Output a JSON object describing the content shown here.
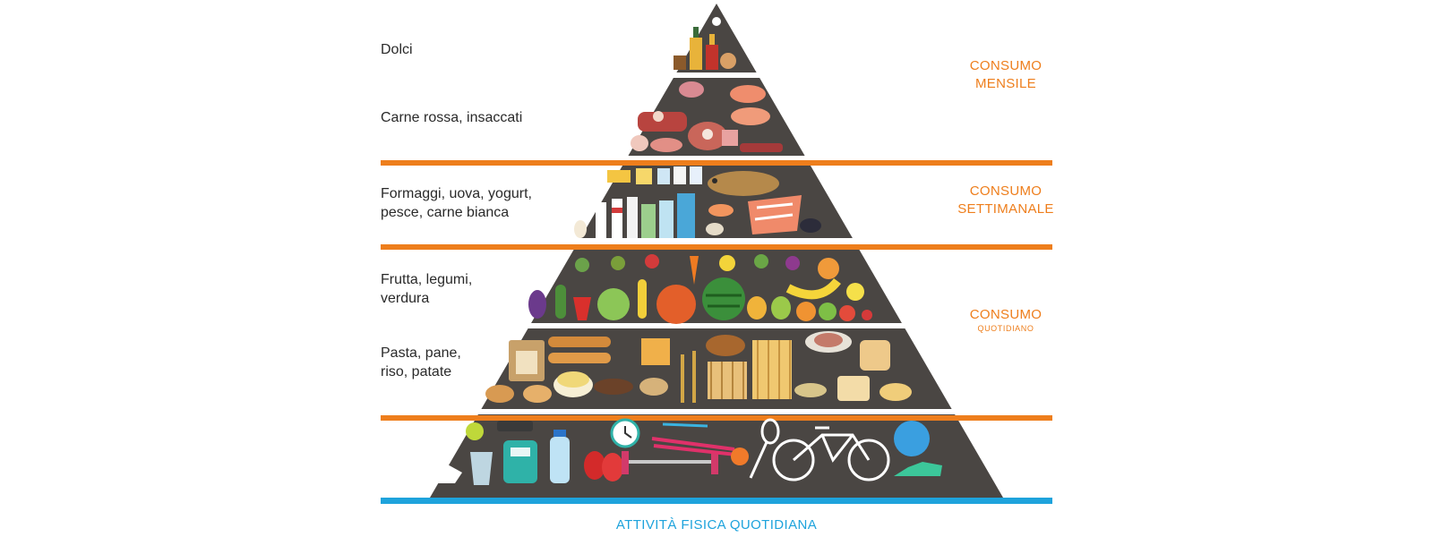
{
  "tiers": [
    {
      "label": "Dolci"
    },
    {
      "label": "Carne rossa, insaccati"
    },
    {
      "label": "Formaggi, uova, yogurt,\npesce, carne bianca"
    },
    {
      "label": "Frutta, legumi,\nverdura"
    },
    {
      "label": "Pasta, pane,\nriso, patate"
    }
  ],
  "consumption": {
    "monthly": {
      "line1": "CONSUMO",
      "line2": "MENSILE"
    },
    "weekly": {
      "line1": "CONSUMO",
      "line2": "SETTIMANALE"
    },
    "daily": {
      "line1": "CONSUMO",
      "line2": "QUOTIDIANO"
    }
  },
  "activity_label": "ATTIVITÀ FISICA QUOTIDIANA",
  "icons": [
    "sweets-icon",
    "red-meat-icon",
    "dairy-fish-icon",
    "fruit-vegetables-icon",
    "grains-bread-icon",
    "sports-equipment-icon"
  ],
  "colors": {
    "pyramid": "#4a4643",
    "orange": "#ee7e1c",
    "blue": "#1ea3dc",
    "text": "#2a2a2a"
  }
}
